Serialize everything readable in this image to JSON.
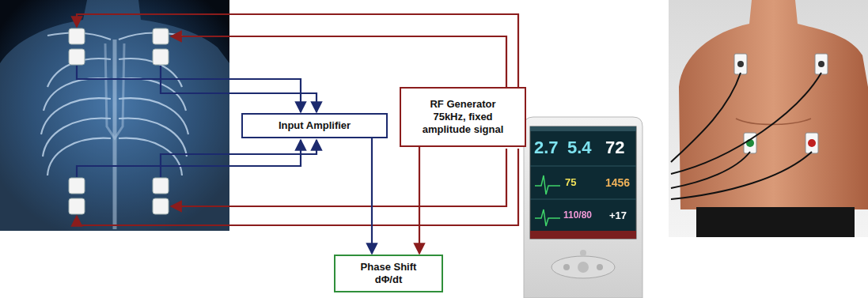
{
  "diagram": {
    "nodes": [
      {
        "text": [
          "Input Amplifier"
        ]
      },
      {
        "text": [
          "RF Generator 75kHz, fixed amplitude signal"
        ]
      },
      {
        "text": [
          "Phase Shift dΦ/dt"
        ]
      }
    ],
    "edges": [
      {
        "from": 0,
        "to": 2,
        "arrow": "to"
      },
      {
        "from": 1,
        "to": 2,
        "arrow": "to"
      }
    ],
    "labels": [
      "2.7",
      "5.4",
      "72",
      "75",
      "1456",
      "110/80",
      "+17"
    ]
  }
}
